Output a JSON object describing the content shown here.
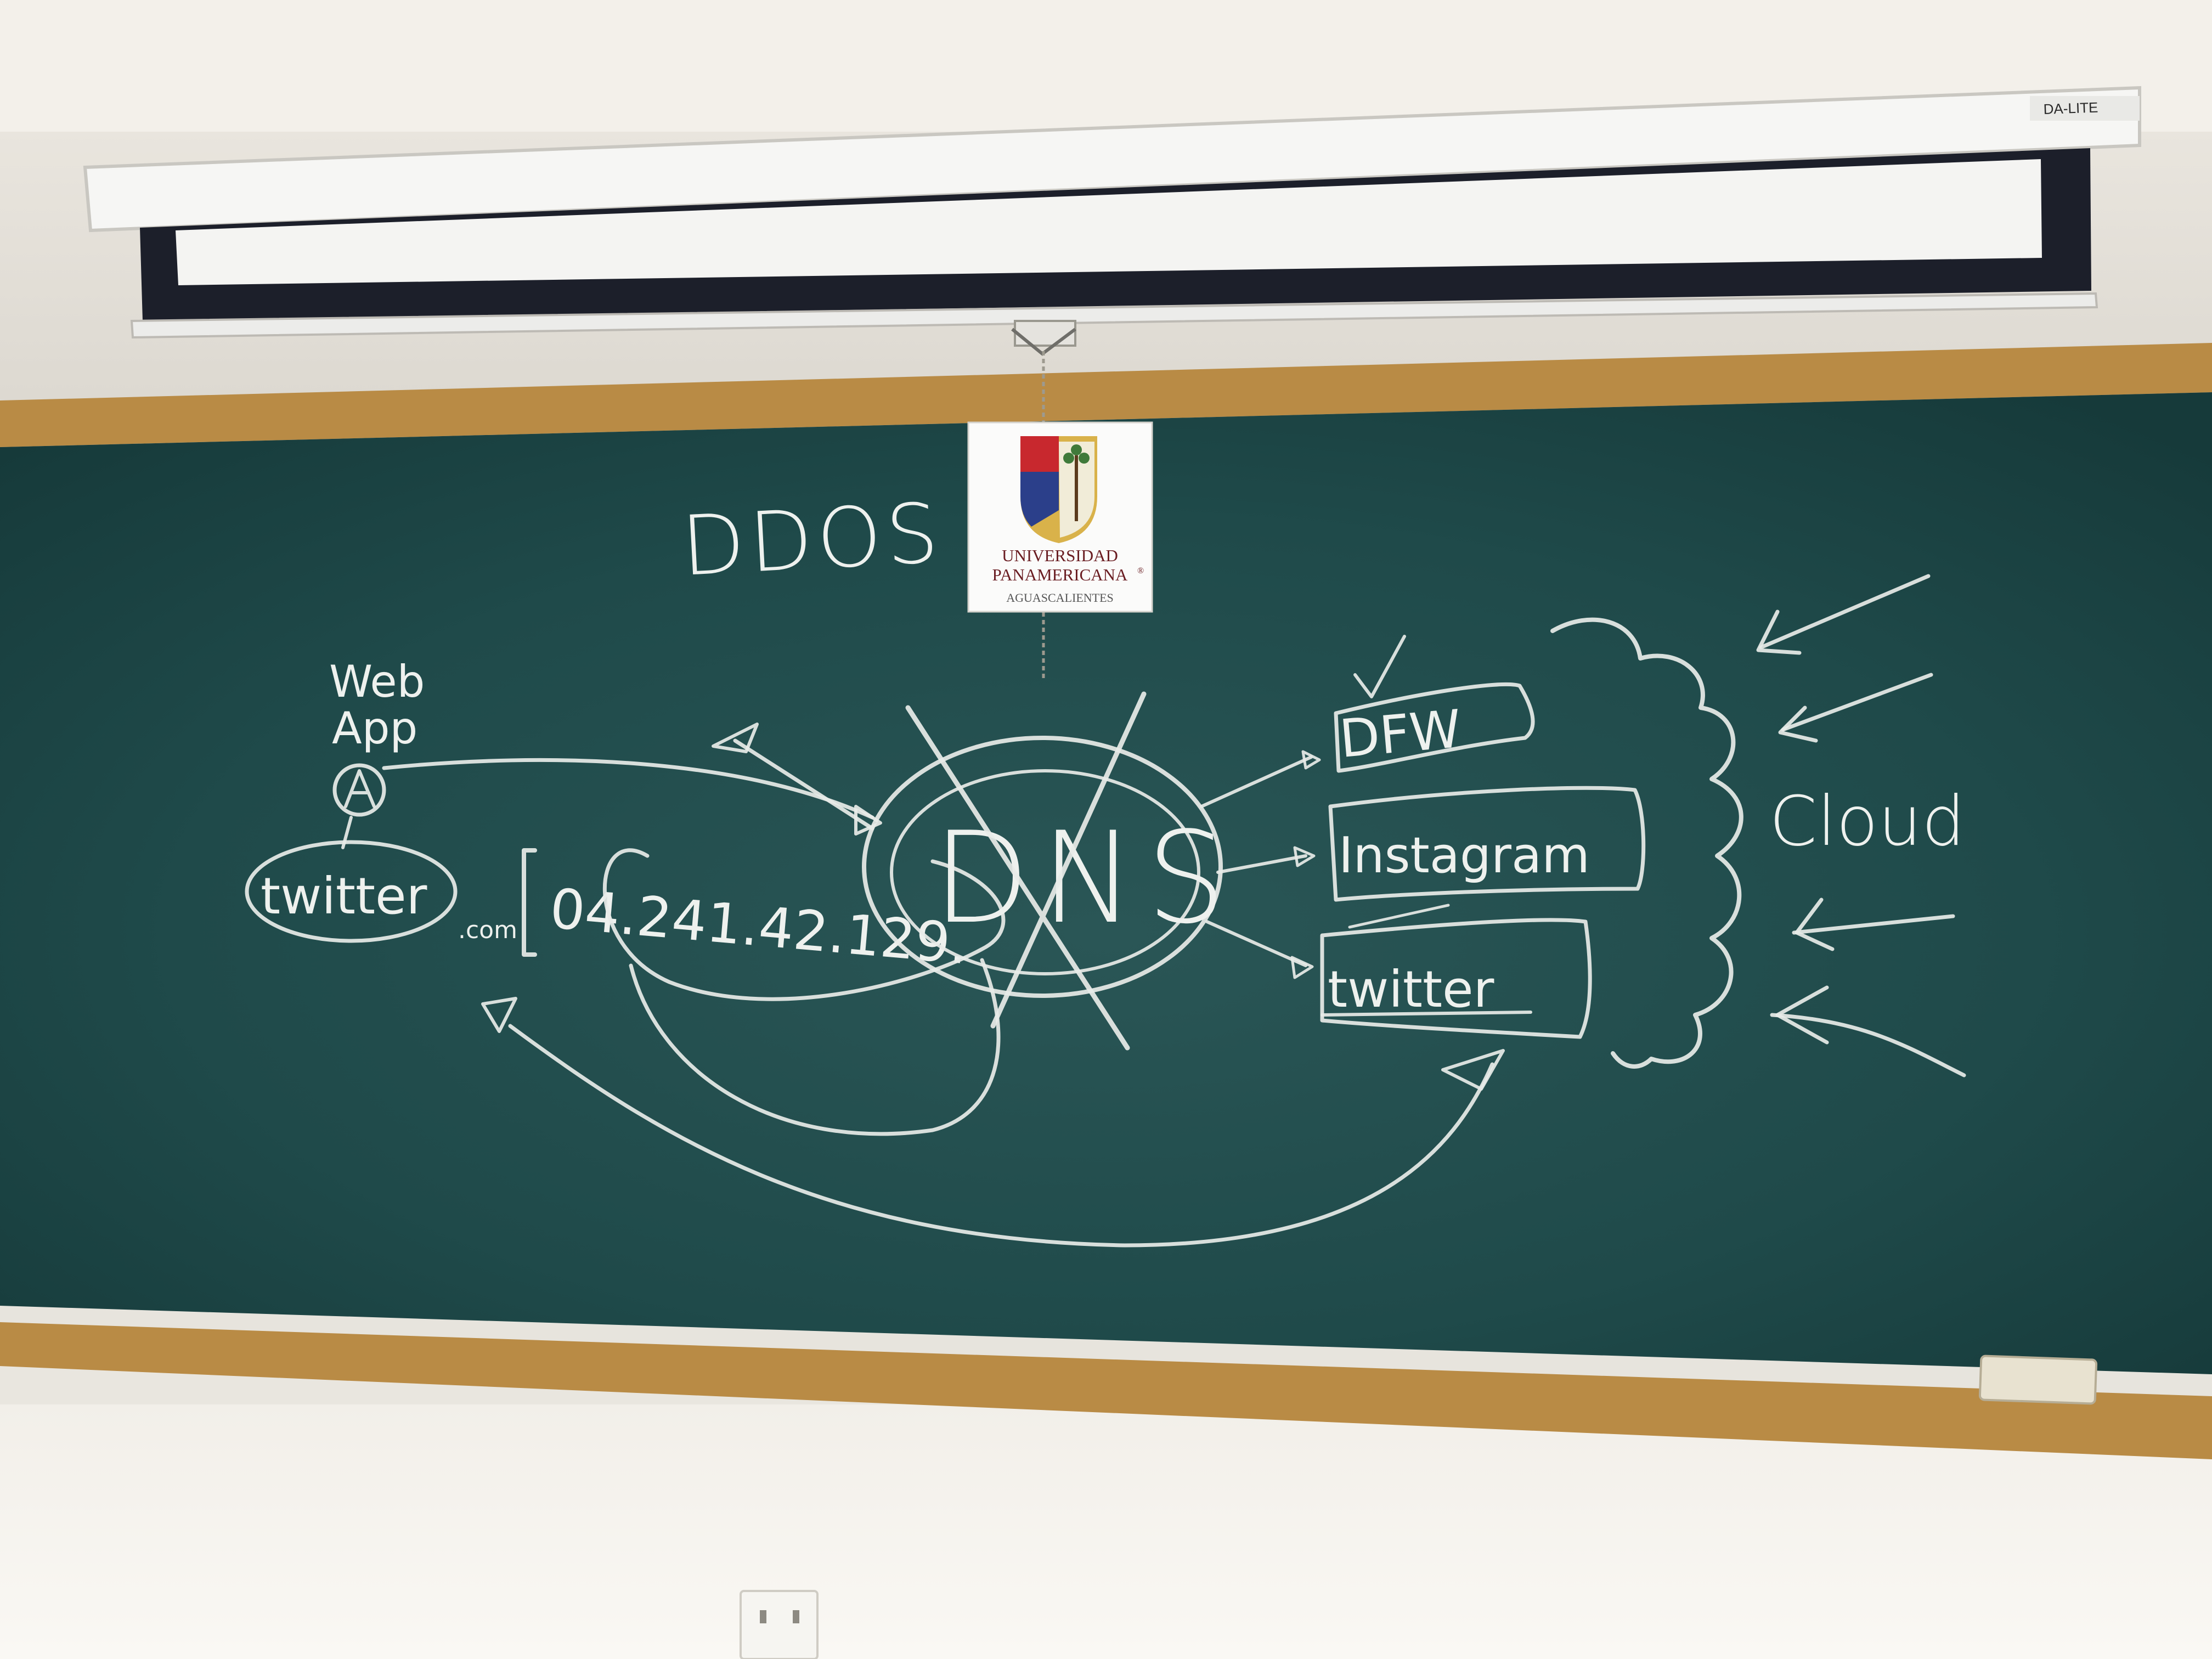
{
  "board": {
    "title": "DDOS",
    "dns_label": "DNS",
    "ip_address": "04.241.42.129.",
    "web_app": [
      "Web",
      "App"
    ],
    "twitter_node": "twitter",
    "twitter_suffix": ".com",
    "services": [
      "DFW",
      "Instagram",
      "twitter"
    ],
    "cloud_label": "Cloud"
  },
  "sign": {
    "line1": "UNIVERSIDAD",
    "line2": "PANAMERICANA",
    "registered": "®",
    "line3": "AGUASCALIENTES"
  },
  "screen": {
    "brand": "DA-LITE"
  },
  "colors": {
    "wall": "#e9e6df",
    "board": "#1f4a4a",
    "frame": "#b98b45",
    "chalk": "#e8ece8",
    "shield_red": "#c8282e",
    "shield_blue": "#2b3f8a",
    "shield_gold": "#d9b24a"
  }
}
